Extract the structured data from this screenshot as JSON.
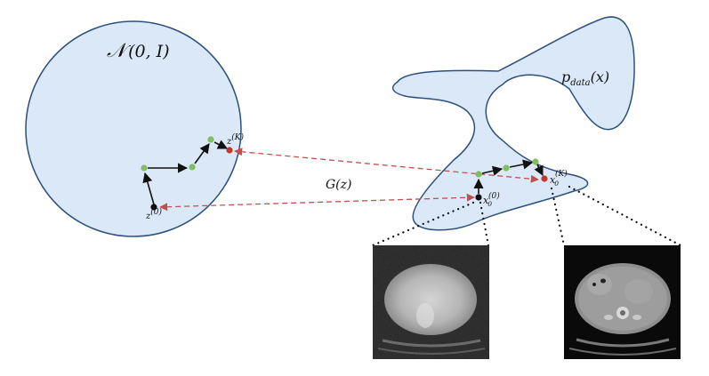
{
  "latent": {
    "label_script_n": "𝒩",
    "label_args": "(0, I)",
    "start_point_label": "z",
    "start_point_sup": "(0)",
    "end_point_label": "z",
    "end_point_sup": "(K)"
  },
  "data_manifold": {
    "label": "p",
    "label_sub": "data",
    "label_args": "(x)",
    "start_point_label": "x",
    "start_point_sub": "0",
    "start_point_sup": "(0)",
    "end_point_label": "x",
    "end_point_sub": "0",
    "end_point_sup": "(K)"
  },
  "generator_label": "G(z)",
  "colors": {
    "region_fill": "#dbe8f8",
    "region_stroke": "#2d4f7c",
    "step_point": "#7fbf5f",
    "end_point": "#c0392b",
    "start_point": "#111111",
    "mapping_arrow": "#c0504d",
    "path_arrow": "#111111",
    "guide_dots": "#111111"
  },
  "images": [
    {
      "name": "noisy-ct-slice",
      "kind": "noisy"
    },
    {
      "name": "clean-ct-slice",
      "kind": "clean"
    }
  ]
}
